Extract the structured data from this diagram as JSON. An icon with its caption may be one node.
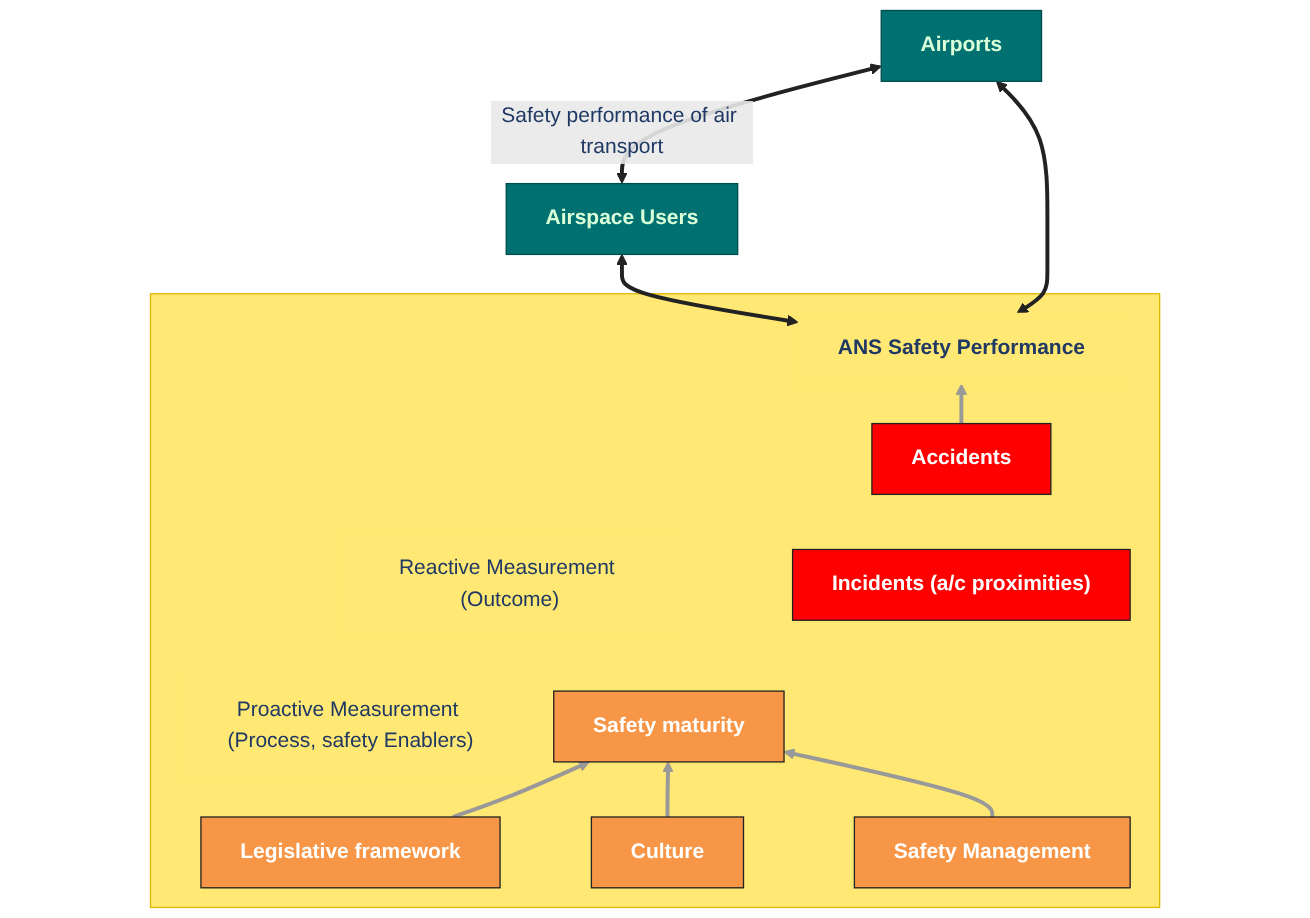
{
  "diagram": {
    "nodes": [
      {
        "text": [
          "Airspace Users"
        ]
      },
      {
        "text": [
          "Airports"
        ]
      },
      {
        "text": [],
        "shape": "box"
      },
      {
        "text": [
          "ANS Safety Performance"
        ],
        "in": 2
      },
      {
        "text": [
          "Reactive Measurement (Outcome)"
        ],
        "in": 2
      },
      {
        "text": [
          "Accidents"
        ],
        "in": 2
      },
      {
        "text": [
          "Incidents (a/c proximities)"
        ],
        "in": 2
      },
      {
        "text": [
          "Proactive Measurement (Process, safety Enablers)"
        ],
        "in": 2
      },
      {
        "text": [
          "Safety maturity"
        ],
        "in": 2
      },
      {
        "text": [
          "Legislative framework"
        ],
        "in": 2
      },
      {
        "text": [
          "Culture"
        ],
        "in": 2
      },
      {
        "text": [
          "Safety Management"
        ],
        "in": 2
      }
    ],
    "edges": [
      {
        "from": 0,
        "to": 1,
        "arrow": "both",
        "color": "#222222",
        "label": "Safety performance of air transport"
      },
      {
        "from": 0,
        "to": 3,
        "arrow": "both",
        "color": "#222222"
      },
      {
        "from": 1,
        "to": 3,
        "arrow": "both",
        "color": "#222222"
      },
      {
        "from": 5,
        "to": 3,
        "arrow": "to"
      },
      {
        "from": 9,
        "to": 8,
        "arrow": "to"
      },
      {
        "from": 10,
        "to": 8,
        "arrow": "to"
      },
      {
        "from": 11,
        "to": 8,
        "arrow": "to"
      }
    ]
  }
}
